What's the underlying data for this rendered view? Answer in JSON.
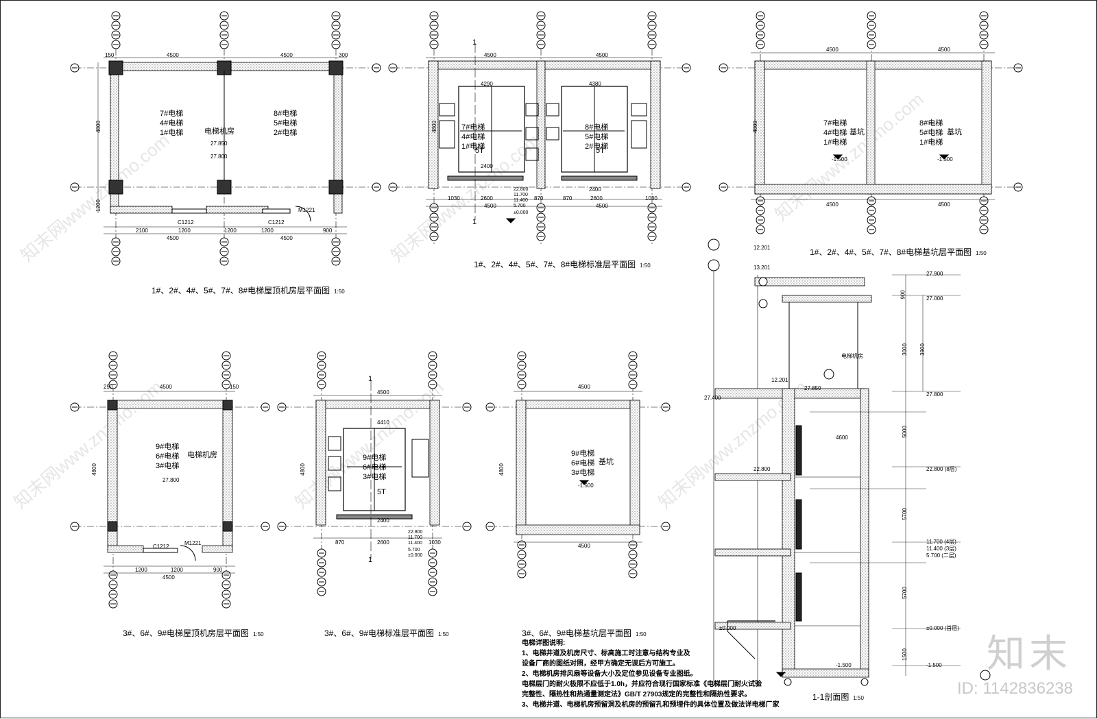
{
  "titles": {
    "p1": "1#、2#、4#、5#、7#、8#电梯屋顶机房层平面图",
    "p2": "1#、2#、4#、5#、7#、8#电梯标准层平面图",
    "p3": "1#、2#、4#、5#、7#、8#电梯基坑层平面图",
    "p4": "3#、6#、9#电梯屋顶机房层平面图",
    "p5": "3#、6#、9#电梯标准层平面图",
    "p6": "3#、6#、9#电梯基坑层平面图",
    "p7": "1-1剖面图",
    "scale": "1:50"
  },
  "plan1": {
    "left_lift": "7#电梯\n4#电梯\n1#电梯",
    "right_lift": "8#电梯\n5#电梯\n2#电梯",
    "room": "电梯机房",
    "elev1": "27.850",
    "elev2": "27.800",
    "top_dims": [
      "150",
      "4500",
      "4500",
      "300"
    ],
    "bot_dims": [
      "2100",
      "1200",
      "1200",
      "1200",
      "900"
    ],
    "bot_total": [
      "4500",
      "4500"
    ],
    "side_dims": [
      "4800",
      "1200"
    ],
    "door": "M1221",
    "window": "C1212"
  },
  "plan2": {
    "left_lift": "7#电梯\n4#电梯\n1#电梯",
    "right_lift": "8#电梯\n5#电梯\n2#电梯",
    "load": "5T",
    "top_dims": [
      "4500",
      "4500"
    ],
    "inner_dims": [
      "4290",
      "4380"
    ],
    "bot_dims": [
      "1030",
      "2600",
      "870",
      "870",
      "2600",
      "1030"
    ],
    "bot_total": [
      "4500",
      "4500"
    ],
    "elevs": [
      "22.800",
      "11.700",
      "11.400",
      "5.700",
      "±0.000"
    ],
    "door_w": "2400",
    "side": "4800",
    "cut": "1"
  },
  "plan3": {
    "left_lift": "7#电梯\n4#电梯\n1#电梯",
    "right_lift": "8#电梯\n5#电梯\n1#电梯",
    "pit": "基坑",
    "elev": "-1.500",
    "top_dims": [
      "4500",
      "4500"
    ],
    "side": "4800"
  },
  "plan4": {
    "lift": "9#电梯\n6#电梯\n3#电梯",
    "room": "电梯机房",
    "elev": "27.800",
    "top_dims": [
      "250",
      "4500",
      "150"
    ],
    "bot_dims": [
      "1200",
      "1200",
      "900"
    ],
    "bot_total": "4500",
    "door": "M1221",
    "window": "C1212",
    "side": "4800"
  },
  "plan5": {
    "lift": "9#电梯\n6#电梯\n3#电梯",
    "load": "5T",
    "top_dims": [
      "4500"
    ],
    "inner": "4410",
    "door_w": "2400",
    "bot_dims": [
      "870",
      "2600",
      "1030"
    ],
    "elevs": [
      "22.800",
      "11.700",
      "11.400",
      "5.700",
      "±0.000"
    ],
    "side": "4800",
    "cut": "1"
  },
  "plan6": {
    "lift": "9#电梯\n6#电梯\n3#电梯",
    "pit": "基坑",
    "elev": "-1.500",
    "top_dims": [
      "4500"
    ],
    "side": "4800"
  },
  "section": {
    "elev_right": [
      "27.900",
      "27.000",
      "27.800",
      "22.800 (8层)",
      "11.700 (4层)",
      "11.400 (3层)",
      "5.700 (二层)",
      "±0.000 (首层)",
      "-1.500"
    ],
    "elev_left": [
      "12.201",
      "13.201",
      "12.201",
      "27.850",
      "27.400",
      "22.800",
      "±0.000",
      "-1.500"
    ],
    "dims_right": [
      "900",
      "3000",
      "3900",
      "5000",
      "5700",
      "5700",
      "1500"
    ],
    "room": "电梯机房",
    "floor_h": "4600"
  },
  "notes": {
    "title": "电梯详图说明:",
    "lines": [
      "1、电梯井道及机房尺寸、标高施工时注意与结构专业及",
      "   设备厂商的图纸对照，经甲方确定无误后方可施工。",
      "2、电梯机房排风扇等设备大小及定位参见设备专业图纸。",
      "   电梯层门的耐火极限不应低于1.0h，并应符合现行国家标准《电梯层门耐火试验",
      "   完整性、隔热性和热通量测定法》GB/T 27903规定的完整性和隔热性要求。",
      "3、电梯井道、电梯机房预留洞及机房的预留孔和预埋件的具体位置及做法详电梯厂家"
    ]
  },
  "brand": {
    "name": "知末",
    "id": "ID: 1142836238",
    "watermark": "知末网www.znzmo.com"
  }
}
